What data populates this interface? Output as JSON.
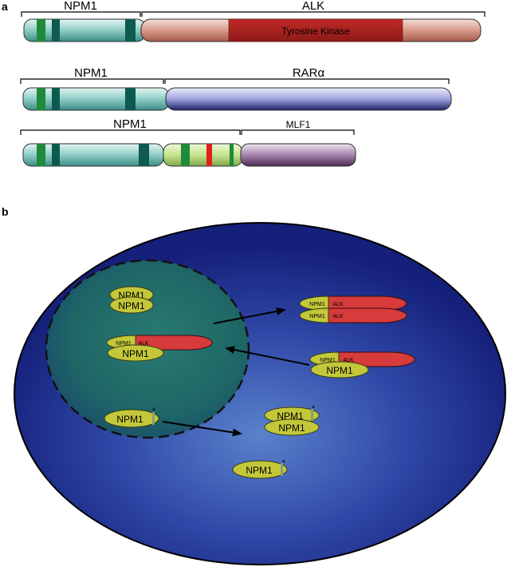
{
  "panel_a": {
    "label": "a",
    "row1": {
      "nterm_label": "NPM1",
      "cterm_label": "ALK",
      "domain_label": "Tyrosine Kinase"
    },
    "row2": {
      "nterm_label": "NPM1",
      "cterm_label": "RARα"
    },
    "row3": {
      "nterm_label": "NPM1",
      "cterm_label": "MLF1"
    }
  },
  "panel_b": {
    "label": "b",
    "nucleus": {
      "npm1_dimer": [
        "NPM1",
        "NPM1"
      ],
      "npm_alk": {
        "front": "NPM1",
        "fusion_npm": "NPM1",
        "fusion_alk": "ALK"
      },
      "mutant": {
        "label": "NPM1",
        "mark": "*"
      }
    },
    "cytoplasm": {
      "npm_alk_dimer": [
        {
          "npm": "NPM1",
          "alk": "ALK"
        },
        {
          "npm": "NPM1",
          "alk": "ALK"
        }
      ],
      "npm_alk_hetero": {
        "npm": "NPM1",
        "alk": "ALK",
        "front": "NPM1"
      },
      "mutant_dimer": {
        "back": "NPM1",
        "front": "NPM1",
        "mark": "*"
      },
      "mutant_single": {
        "label": "NPM1",
        "mark": "*"
      }
    }
  },
  "colors": {
    "npm1_teal": "#8ecdc6",
    "npm1_band_dark": "#0e5a4f",
    "npm1_band_green": "#1e8a3a",
    "alk_body": "#d99a8c",
    "kinase": "#b0201f",
    "rara": "#9ea2dc",
    "mlf1": "#a584ac",
    "linker_green": "#c7e48f",
    "linker_red": "#e0201d",
    "cell": "#2c3a9a",
    "nucleus": "#1f6b6a",
    "protein_yellow": "#c2c83a",
    "protein_red": "#d73b3b"
  }
}
